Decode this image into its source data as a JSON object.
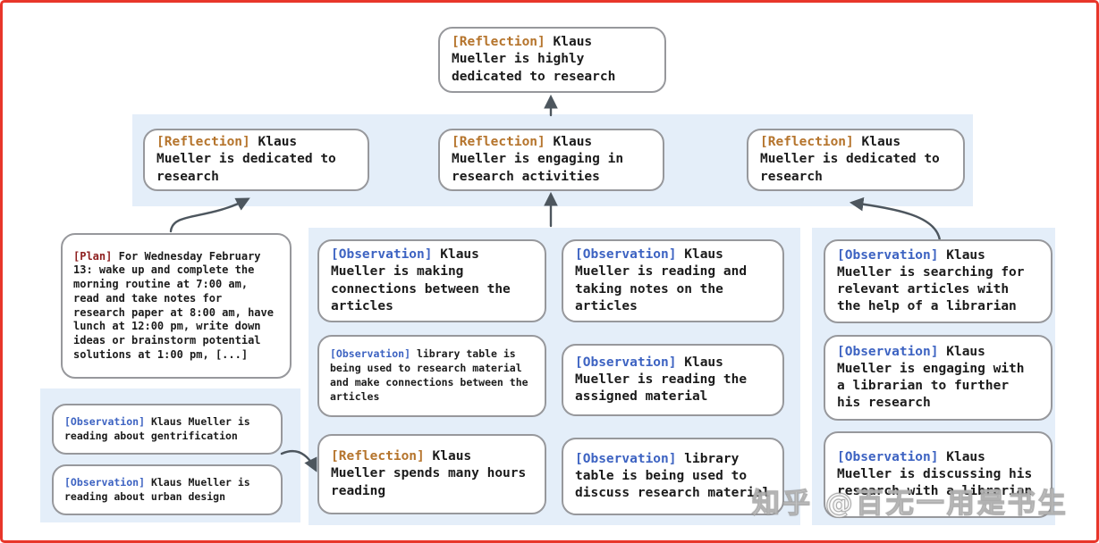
{
  "diagram": {
    "root": {
      "tag": "[Reflection]",
      "text": "Klaus Mueller is highly dedicated to research"
    },
    "reflections": [
      {
        "tag": "[Reflection]",
        "text": "Klaus Mueller is dedicated to research"
      },
      {
        "tag": "[Reflection]",
        "text": "Klaus Mueller is engaging in research activities"
      },
      {
        "tag": "[Reflection]",
        "text": "Klaus Mueller is dedicated to research"
      }
    ],
    "plan": {
      "tag": "[Plan]",
      "text": "For Wednesday February 13: wake up and complete the morning routine at 7:00 am, read and take notes for research paper at 8:00 am, have lunch at 12:00 pm, write down ideas or brainstorm potential solutions at 1:00 pm, [...]"
    },
    "left_observations": [
      {
        "tag": "[Observation]",
        "text": "Klaus Mueller is reading about gentrification"
      },
      {
        "tag": "[Observation]",
        "text": "Klaus Mueller is reading about urban design"
      }
    ],
    "middle_observations": [
      {
        "tag": "[Observation]",
        "text": "Klaus Mueller is making connections between the articles"
      },
      {
        "tag": "[Observation]",
        "text": "library table is being used to research material and make connections between the articles"
      },
      {
        "tag": "[Reflection]",
        "text": "Klaus Mueller spends many hours reading"
      },
      {
        "tag": "[Observation]",
        "text": "Klaus Mueller is reading and taking notes on the articles"
      },
      {
        "tag": "[Observation]",
        "text": "Klaus Mueller is reading the assigned material"
      },
      {
        "tag": "[Observation]",
        "text": "library table is being used to discuss research material"
      }
    ],
    "right_observations": [
      {
        "tag": "[Observation]",
        "text": "Klaus Mueller is searching for relevant articles with the help of a librarian"
      },
      {
        "tag": "[Observation]",
        "text": "Klaus Mueller is engaging with a librarian to further his research"
      },
      {
        "tag": "[Observation]",
        "text": "Klaus Mueller is discussing his research with a librarian"
      }
    ]
  },
  "watermark": "知乎 @百无一用是书生",
  "colors": {
    "reflection_tag": "#b5742c",
    "observation_tag": "#3d63c2",
    "plan_tag": "#8e1f1f",
    "band_background": "#e4eef9",
    "node_border": "#97989c",
    "frame_border": "#e8362a",
    "arrow": "#4d565e",
    "text": "#1b1b1b"
  }
}
